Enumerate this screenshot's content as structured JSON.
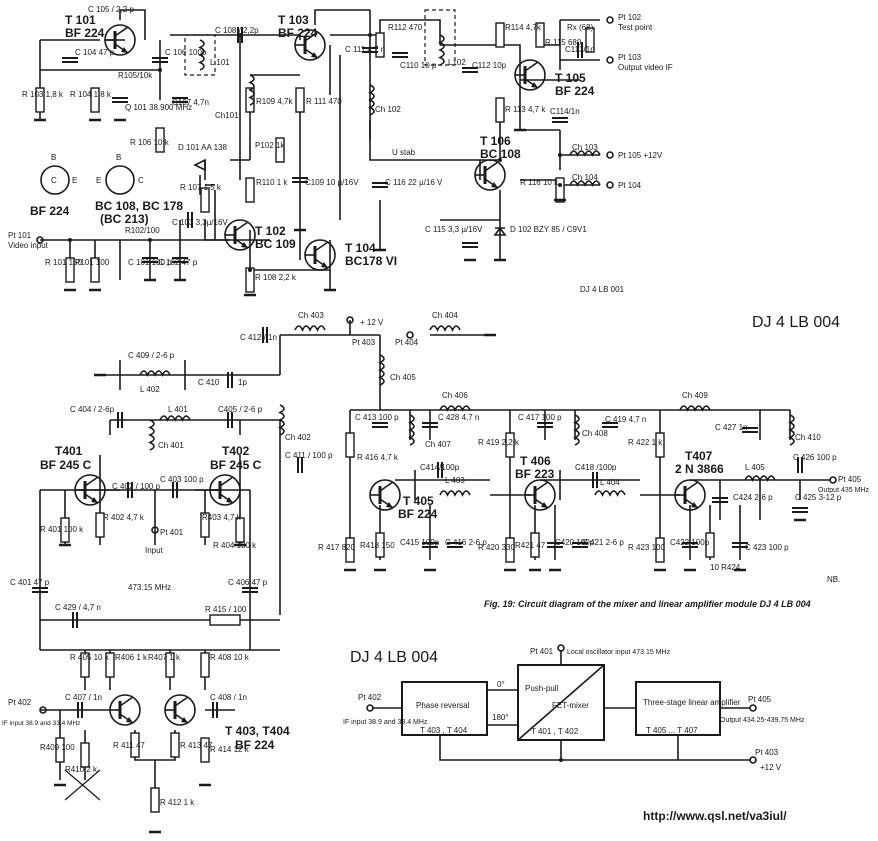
{
  "top_circuit": {
    "transistors": [
      {
        "ref": "T 101",
        "type": "BF 224"
      },
      {
        "ref": "T 103",
        "type": "BF 224"
      },
      {
        "ref": "T 105",
        "type": "BF 224"
      },
      {
        "ref": "T 106",
        "type": "BC 108"
      },
      {
        "ref": "T 102",
        "type": "BC 109"
      },
      {
        "ref": "T 104",
        "type": "BC178 VI"
      }
    ],
    "components": {
      "c105": "C 105 / 2,2 p",
      "c104": "C 104 47 p",
      "c106": "C 106 100p",
      "r105": "R105/10k",
      "q101": "Q 101 38.900 MHz",
      "r103": "R 103 1,8 k",
      "r104": "R 104 1,8 k",
      "c107": "C107 4,7n",
      "l101": "L 101",
      "c108": "C 108 / 2,2p",
      "c111": "C 111 4,7 n",
      "r112": "R112 470",
      "c110": "C110 10 p",
      "l102": "L102",
      "c112": "C112 10p",
      "r114": "R114 4,7k",
      "r115": "R 115 680",
      "rx": "Rx (68)",
      "c113": "C113/1n",
      "r113": "R 113 4,7 k",
      "c114": "C114/1n",
      "ch101": "Ch101",
      "r109": "R109 4,7k",
      "r111": "R 111 470",
      "p102": "P102 1k",
      "r110": "R110 1 k",
      "c109": "C109 10 µ/16V",
      "ch102": "Ch 102",
      "ustab": "U stab",
      "c116": "C 116 22 µ/16 V",
      "ch103": "Ch 103",
      "ch104": "Ch 104",
      "r116": "R 116 10 k",
      "c115": "C 115 3,3 µ/16V",
      "d102": "D 102 BZY 85 / C9V1",
      "r106": "R 106 10 k",
      "d101": "D 101 AA 138",
      "r107": "R 107 1,5 k",
      "c103": "C 103 3,3µ/16V",
      "r102": "R102/100",
      "r101": "R 101 150",
      "p101": "P101 100",
      "c101": "C 101 100 p",
      "c102": "C 102 47 p",
      "r108": "R 108 2,2 k"
    },
    "packages": [
      {
        "name": "BF 224",
        "pins": [
          "B",
          "C",
          "E"
        ]
      },
      {
        "name": "BC 108, BC 178",
        "alt": "(BC 213)",
        "pins": [
          "B",
          "C",
          "E"
        ]
      }
    ],
    "ports": {
      "pt102": "Pt 102",
      "pt102_desc": "Test point",
      "pt103": "Pt 103",
      "pt103_desc": "Output video IF",
      "pt105": "Pt 105 +12V",
      "pt104": "Pt 104",
      "pt101": "Pt 101",
      "pt101_desc": "Video input"
    },
    "drawing_number": "DJ 4 LB 001"
  },
  "bottom_circuit": {
    "title": "DJ 4 LB 004",
    "transistors": [
      {
        "ref": "T401",
        "type": "BF 245 C"
      },
      {
        "ref": "T402",
        "type": "BF 245 C"
      },
      {
        "ref": "T 405",
        "type": "BF 224"
      },
      {
        "ref": "T 406",
        "type": "BF 223"
      },
      {
        "ref": "T407",
        "type": "2 N 3866"
      },
      {
        "ref": "T 403, T404",
        "type": "BF 224"
      }
    ],
    "components": {
      "c412": "C 412 / 1n",
      "ch403": "Ch 403",
      "ch404": "Ch 404",
      "c409": "C 409 / 2-6 p",
      "l402": "L 402",
      "c410": "C 410",
      "c410v": "1p",
      "ch405": "Ch 405",
      "ch406": "Ch 406",
      "ch409": "Ch 409",
      "c404": "C 404 / 2-6p",
      "l401": "L 401",
      "c405": "C405 / 2-6 p",
      "ch401": "Ch 401",
      "ch402": "Ch 402",
      "c411": "C 411 / 100 p",
      "c413": "C 413 100 p",
      "c428": "C 428 4,7 n",
      "ch407": "Ch 407",
      "r416": "R 416 4,7 k",
      "c417": "C 417 100 p",
      "c419": "C 419 4,7 n",
      "ch408": "Ch 408",
      "r419": "R 419 2,2 k",
      "r422": "R 422 1 k",
      "c427": "C 427 1n",
      "ch410": "Ch 410",
      "c414": "C414/100p",
      "l403": "L 403",
      "c418": "C418 /100p",
      "l404": "L 404",
      "l405": "L 405",
      "c426": "C 426 100 p",
      "c424": "C424 2-6 p",
      "c425": "C 425 3-12 p",
      "r417": "R 417 820",
      "r418": "R418 150",
      "c415": "C415 100p",
      "c416": "C 416 2-6 p",
      "r420": "R 420 330",
      "r421": "R421 47",
      "c420": "C420 100p",
      "c421": "C 421 2-6 p",
      "r423": "R 423 100",
      "c422": "C422 100p",
      "r424": "10 R424",
      "c423": "C 423 100 p",
      "c402": "C 402 / 100 p",
      "c403": "C 403 100 p",
      "r401": "R 401 100 k",
      "r402": "R 402 4,7 k",
      "r403": "R403 4,7 k",
      "r404": "R 404 100 k",
      "c401": "C 401 47 p",
      "c406": "C 406 47 p",
      "freq": "473.15 MHz",
      "c429": "C 429 / 4,7 n",
      "r415": "R 415 / 100",
      "r405": "R 405 10 k",
      "r406": "R406 1 k",
      "r407": "R407 1 k",
      "r408": "R 408 10 k",
      "c407": "C 407 / 1n",
      "c408": "C 408 / 1n",
      "r409": "R409 100",
      "r410": "R410 2 k",
      "r411": "R 411 47",
      "r413": "R 413 47",
      "r414": "R 414 12 k",
      "r412": "R 412 1 k"
    },
    "ports": {
      "pt403": "Pt 403",
      "v12": "+ 12 V",
      "pt404": "Pt 404",
      "pt401": "Pt 401",
      "pt401_desc": "Input",
      "pt405": "Pt 405",
      "pt405_desc": "Output 435 MHz",
      "pt402": "Pt 402",
      "pt402_desc": "IF input 38.9 and 33.4 MHz"
    },
    "note": "NB.",
    "caption": "Fig. 19: Circuit diagram of the mixer and linear amplifier module DJ 4 LB 004"
  },
  "block_diagram": {
    "title": "DJ 4 LB 004",
    "in_port": "Pt 402",
    "in_desc": "IF input 38.9 and 33.4 MHz",
    "lo_port": "Pt 401",
    "lo_desc": "Local oscillator input 473.15 MHz",
    "phase_label": "Phase reversal",
    "phase_parts": "T 403 , T 404",
    "deg0": "0°",
    "deg180": "180°",
    "mixer_top": "Push-pull",
    "mixer_mid": "FET-mixer",
    "mixer_parts": "T 401 , T 402",
    "amp_label": "Three-stage linear amplifier",
    "amp_parts": "T 405 ... T 407",
    "out_port": "Pt 405",
    "out_desc": "Output 434.25-439.75 MHz",
    "pwr_port": "Pt 403",
    "pwr_desc": "+12 V"
  },
  "url": "http://www.qsl.net/va3iul/"
}
